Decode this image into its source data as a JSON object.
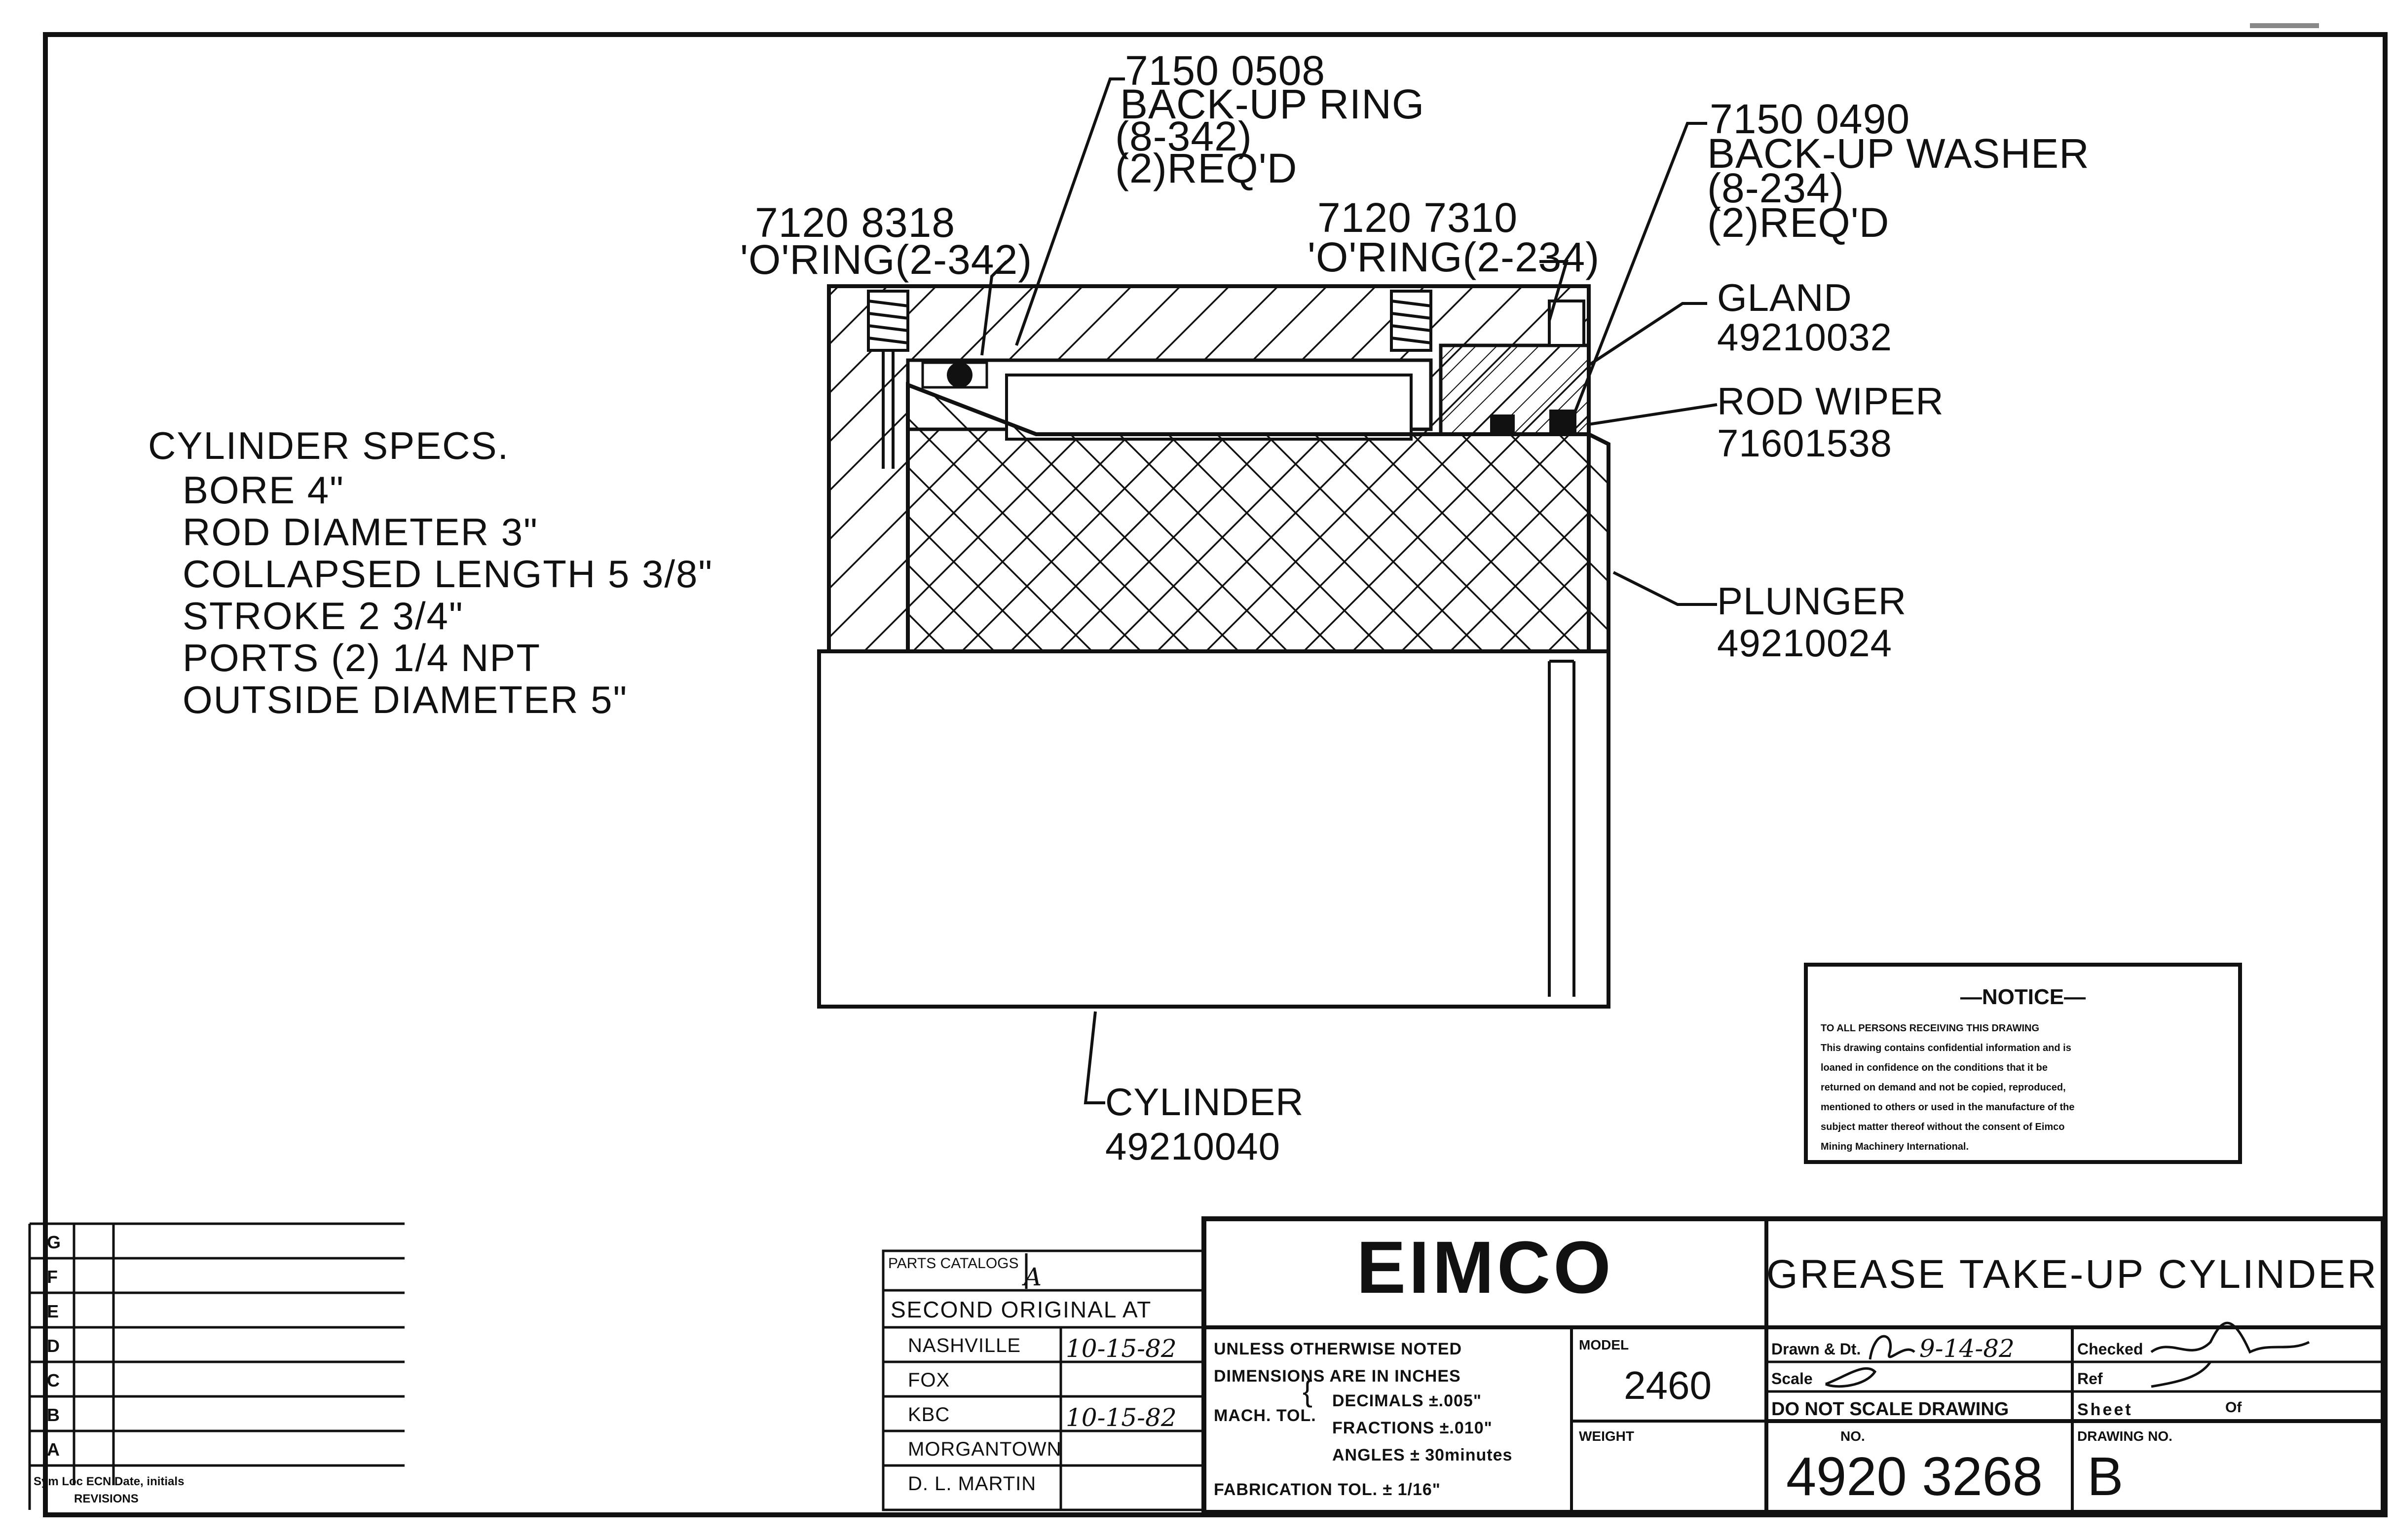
{
  "callouts": {
    "backup_ring": [
      "7150 0508",
      "BACK-UP RING",
      "(8-342)",
      "(2)REQ'D"
    ],
    "oring_left": [
      "7120 8318",
      "'O'RING(2-342)"
    ],
    "oring_right": [
      "7120 7310",
      "'O'RING(2-234)"
    ],
    "backup_washer": [
      "7150 0490",
      "BACK-UP WASHER",
      "(8-234)",
      "(2)REQ'D"
    ],
    "gland": [
      "GLAND",
      "49210032"
    ],
    "rod_wiper": [
      "ROD WIPER",
      "71601538"
    ],
    "plunger": [
      "PLUNGER",
      "49210024"
    ],
    "cylinder": [
      "CYLINDER",
      "49210040"
    ]
  },
  "specs": {
    "title": "CYLINDER SPECS.",
    "lines": [
      "BORE  4\"",
      "ROD DIAMETER  3\"",
      "COLLAPSED LENGTH  5 3/8\"",
      "STROKE  2 3/4\"",
      "PORTS   (2) 1/4 NPT",
      "OUTSIDE DIAMETER  5\""
    ]
  },
  "notice": {
    "title": "—NOTICE—",
    "body": [
      "TO ALL PERSONS RECEIVING THIS DRAWING",
      "This drawing contains confidential information and is",
      "loaned in confidence on the conditions that it be",
      "returned on demand and not be copied, reproduced,",
      "mentioned to others or used in the manufacture of the",
      "subject matter thereof without the consent of Eimco",
      "Mining Machinery International."
    ]
  },
  "revisions": {
    "letters": [
      "G",
      "F",
      "E",
      "D",
      "C",
      "B",
      "A"
    ],
    "footer": "Sym Loc ECN Date, initials",
    "caption": "REVISIONS"
  },
  "title_block": {
    "parts_catalog_label": "PARTS CATALOGS",
    "parts_catalog_value": "A",
    "second_original": "SECOND ORIGINAL AT",
    "locations": [
      {
        "name": "NASHVILLE",
        "date": "10-15-82"
      },
      {
        "name": "FOX",
        "date": ""
      },
      {
        "name": "KBC",
        "date": "10-15-82"
      },
      {
        "name": "MORGANTOWN",
        "date": ""
      },
      {
        "name": "D. L. MARTIN",
        "date": ""
      }
    ],
    "company": "EIMCO",
    "drawing_title": "GREASE TAKE-UP CYLINDER",
    "tolerance": {
      "line1": "UNLESS OTHERWISE NOTED",
      "line2": "DIMENSIONS ARE IN INCHES",
      "mach_tol": "MACH. TOL.",
      "decimals": "DECIMALS ±.005\"",
      "fractions": "FRACTIONS ±.010\"",
      "angles": "ANGLES ± 30minutes",
      "fabrication": "FABRICATION TOL. ± 1/16\""
    },
    "model_label": "MODEL",
    "model_value": "2460",
    "weight_label": "WEIGHT",
    "drawn_label": "Drawn & Dt.",
    "drawn_date": "9-14-82",
    "checked_label": "Checked",
    "scale_label": "Scale",
    "ref_label": "Ref",
    "do_not_scale": "DO NOT SCALE DRAWING",
    "sheet_label": "Sheet",
    "of_label": "Of",
    "no_label": "NO.",
    "drawing_number": "4920 3268",
    "drawing_no_label": "DRAWING NO.",
    "revision_letter": "B"
  }
}
